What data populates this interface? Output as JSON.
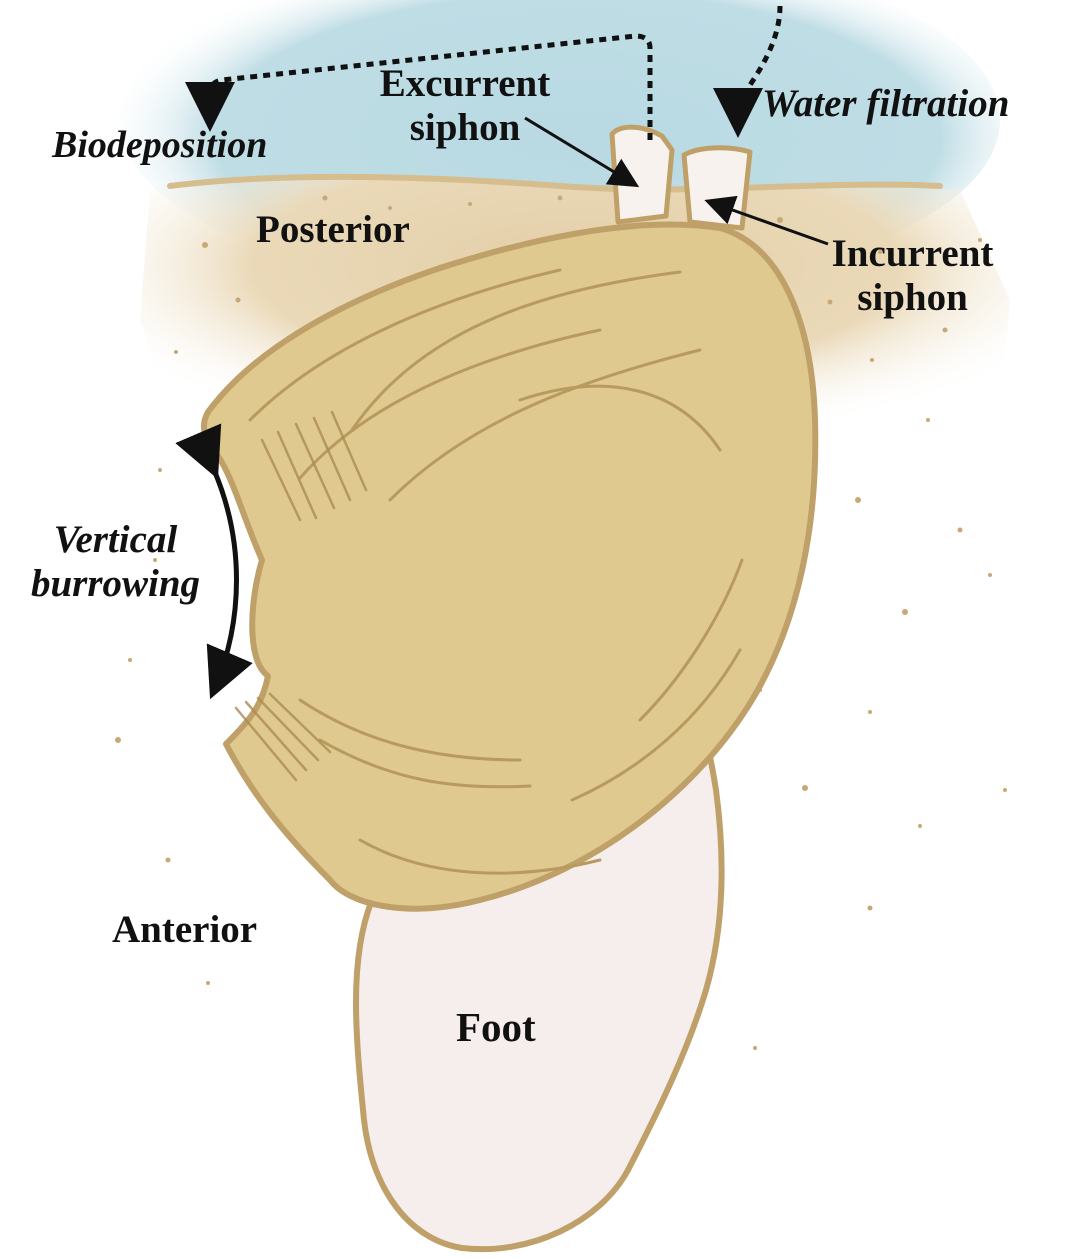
{
  "labels": {
    "biodeposition": "Biodeposition",
    "excurrent_line1": "Excurrent",
    "excurrent_line2": "siphon",
    "water_filtration": "Water filtration",
    "posterior": "Posterior",
    "incurrent_line1": "Incurrent",
    "incurrent_line2": "siphon",
    "vertical_line1": "Vertical",
    "vertical_line2": "burrowing",
    "anterior": "Anterior",
    "foot": "Foot"
  },
  "colors": {
    "water": "#b9dae3",
    "sediment": "#e3cfa8",
    "shell_fill": "#dfc98f",
    "shell_outline": "#bfa068",
    "shell_lines": "#b89a5e",
    "foot_fill": "#f6eeec",
    "siphon_fill": "#f8f2ef",
    "text": "#111111",
    "grain": "#c9a878"
  },
  "arrows": {
    "biodeposition": "dotted",
    "water_filtration": "dotted",
    "vertical_burrowing": "double-headed"
  }
}
